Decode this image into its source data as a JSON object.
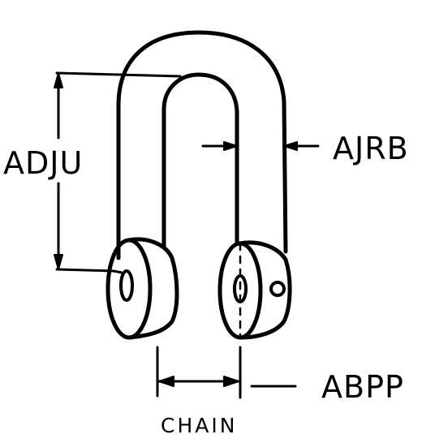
{
  "labels": {
    "adju": "ADJU",
    "ajrb": "AJRB",
    "abpp": "ABPP",
    "chain": "CHAIN"
  },
  "colors": {
    "ink": "#000000",
    "paper": "#ffffff"
  }
}
